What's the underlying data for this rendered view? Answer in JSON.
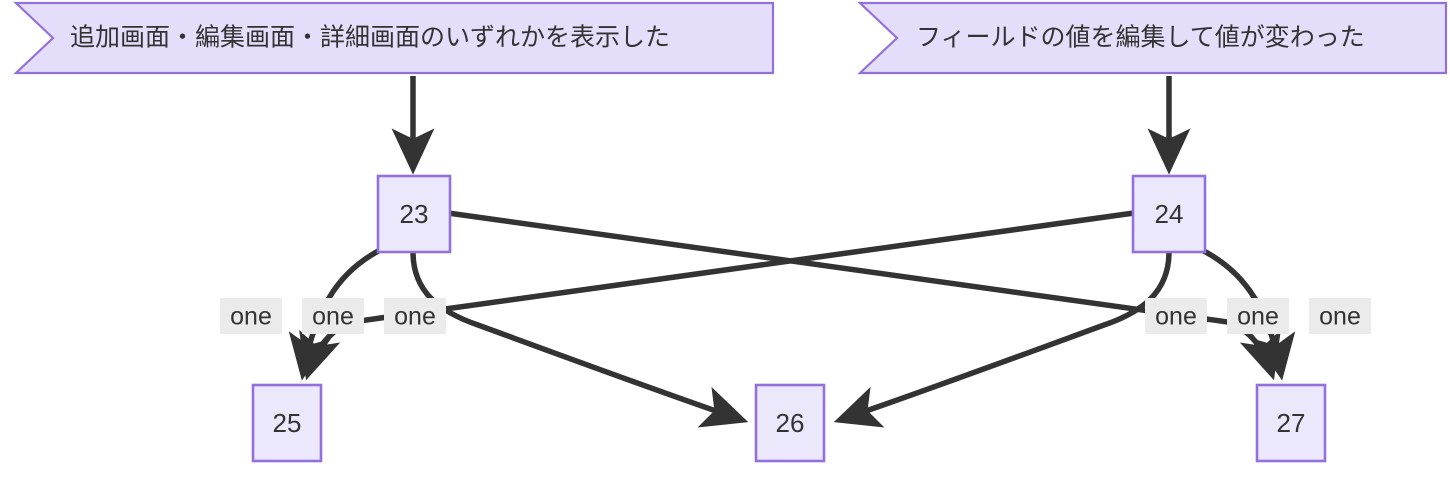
{
  "diagram": {
    "type": "state-diagram",
    "title": "",
    "colors": {
      "node_fill": "#ece8fb",
      "node_stroke": "#9370db",
      "flag_fill": "#e5defa",
      "flag_stroke": "#9370db",
      "edge_stroke": "#333333",
      "label_bg": "#ebebeb",
      "text": "#333333",
      "background": "#ffffff"
    },
    "notes": [
      {
        "id": "note-left",
        "text": "追加画面・編集画面・詳細画面のいずれかを表示した",
        "truncated": true
      },
      {
        "id": "note-right",
        "text": "フィールドの値を編集して値が変わった",
        "truncated": false
      }
    ],
    "nodes": [
      {
        "id": "n23",
        "label": "23"
      },
      {
        "id": "n24",
        "label": "24"
      },
      {
        "id": "n25",
        "label": "25"
      },
      {
        "id": "n26",
        "label": "26"
      },
      {
        "id": "n27",
        "label": "27"
      }
    ],
    "edge_labels": [
      {
        "id": "lbl-1",
        "text": "one"
      },
      {
        "id": "lbl-2",
        "text": "one"
      },
      {
        "id": "lbl-3",
        "text": "one"
      },
      {
        "id": "lbl-4",
        "text": "one"
      },
      {
        "id": "lbl-5",
        "text": "one"
      },
      {
        "id": "lbl-6",
        "text": "one"
      }
    ],
    "edges": [
      {
        "id": "e-note-left-23",
        "from": "note-left",
        "to": "n23",
        "label": ""
      },
      {
        "id": "e-note-right-24",
        "from": "note-right",
        "to": "n24",
        "label": ""
      },
      {
        "id": "e-23-25",
        "from": "n23",
        "to": "n25",
        "label": "one"
      },
      {
        "id": "e-23-26",
        "from": "n23",
        "to": "n26",
        "label": "one"
      },
      {
        "id": "e-23-27",
        "from": "n23",
        "to": "n27",
        "label": "one"
      },
      {
        "id": "e-24-25",
        "from": "n24",
        "to": "n25",
        "label": "one"
      },
      {
        "id": "e-24-26",
        "from": "n24",
        "to": "n26",
        "label": "one"
      },
      {
        "id": "e-24-27",
        "from": "n24",
        "to": "n27",
        "label": "one"
      }
    ]
  }
}
